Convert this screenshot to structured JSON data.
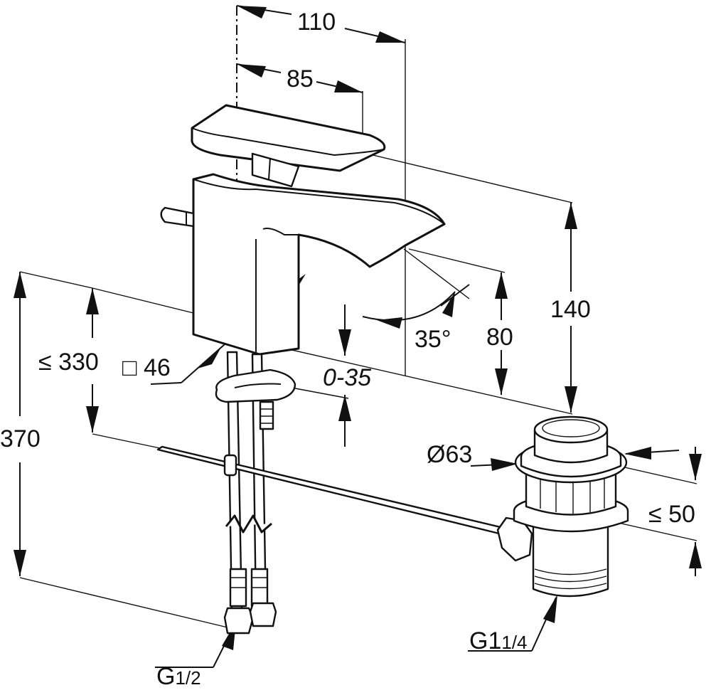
{
  "dimensions": {
    "reach_total": "110",
    "reach_spout": "85",
    "height_total": "140",
    "spout_height": "80",
    "spout_angle": "35°",
    "adjust_range": "0-35",
    "max_thickness": "≤ 330",
    "connection_length": "370",
    "base_square": "□ 46",
    "drain_diameter": "Ø63",
    "drain_height": "≤ 50",
    "thread_supply_main": "G",
    "thread_supply_sub": "1/2",
    "thread_drain_main": "G1",
    "thread_drain_sub": "1/4"
  }
}
